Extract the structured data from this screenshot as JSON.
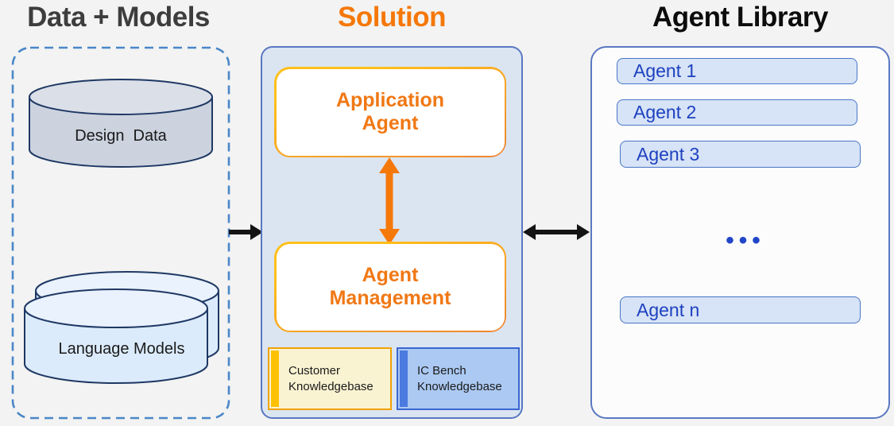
{
  "titles": {
    "data_models": "Data + Models",
    "solution": "Solution",
    "agent_library": "Agent Library"
  },
  "data_models": {
    "cylinders": [
      {
        "label": "Design  Data"
      },
      {
        "label": "Language Models"
      }
    ]
  },
  "solution": {
    "boxes": [
      {
        "label": "Application Agent"
      },
      {
        "label": "Agent Management"
      }
    ],
    "knowledgebases": [
      {
        "label": "Customer Knowledgebase"
      },
      {
        "label": "IC Bench Knowledgebase"
      }
    ]
  },
  "agent_library": {
    "items": [
      {
        "label": "Agent 1"
      },
      {
        "label": "Agent 2"
      },
      {
        "label": "Agent 3"
      },
      {
        "label": "Agent n"
      }
    ],
    "ellipsis": "•••"
  },
  "colors": {
    "background": "#f2f3f2",
    "title_dark": "#3d3d3d",
    "orange": "#f5780a",
    "orange_deep": "#f07814",
    "gold": "#ffc01a",
    "panel_fill": "#dbe5f2",
    "panel_border": "#5a78c2",
    "library_fill": "#fcfcfc",
    "dashed_border": "#4a86c8",
    "agent_item_fill": "#d7e3f6",
    "agent_item_border": "#4876c8",
    "agent_text": "#1d41c0",
    "kb_yellow_fill": "#faf3d2",
    "kb_yellow_stripe": "#fdc101",
    "kb_yellow_border": "#f0a202",
    "kb_blue_fill": "#abc9f2",
    "kb_blue_stripe": "#4b7ae0",
    "kb_blue_border": "#3a66d0",
    "cylinder_gray_fill": "#ccd3df",
    "cylinder_gray_top": "#dadfe8",
    "cylinder_blue_fill": "#dcebfb",
    "cylinder_blue_top": "#e9f2fd",
    "cylinder_stroke": "#1f3864",
    "arrow_black": "#141414",
    "text_black": "#1a1a1a"
  }
}
